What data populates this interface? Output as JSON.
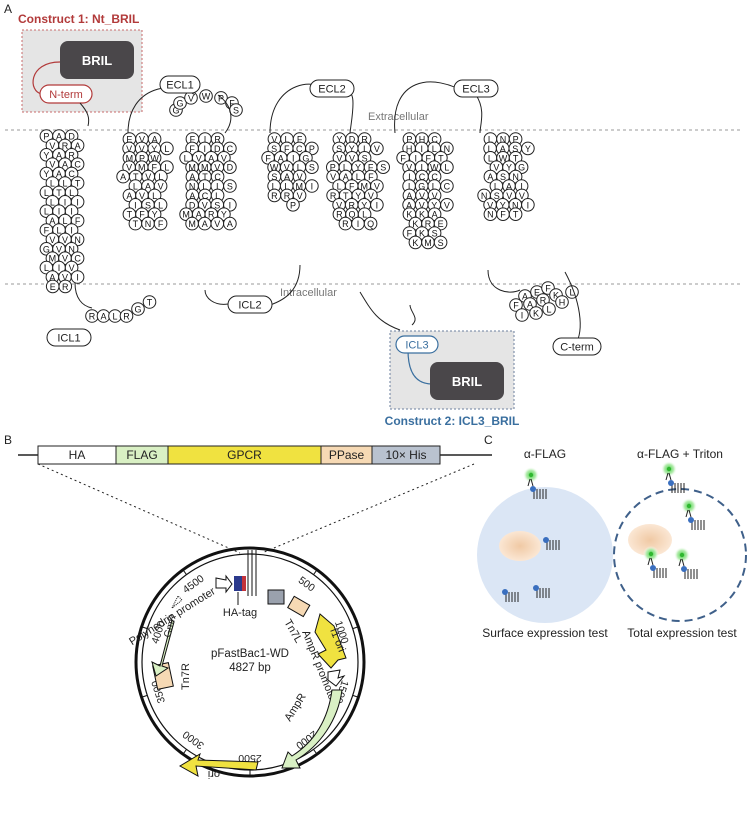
{
  "panel_a": {
    "label": "A",
    "construct1_title": "Construct 1: Nt_BRIL",
    "construct2_title": "Construct 2: ICL3_BRIL",
    "bril_label": "BRIL",
    "nterm_label": "N-term",
    "icl3_box_label": "ICL3",
    "extracellular_label": "Extracellular",
    "intracellular_label": "Intracellular",
    "loops": {
      "ecl1": "ECL1",
      "ecl2": "ECL2",
      "ecl3": "ECL3",
      "icl1": "ICL1",
      "icl2": "ICL2",
      "cterm": "C-term"
    },
    "residues": {
      "ecl1_cap": [
        "G",
        "G",
        "V",
        "W",
        "P",
        "F",
        "S"
      ],
      "tm1": [
        [
          "P",
          "A",
          "D"
        ],
        [
          "V",
          "R",
          "A"
        ],
        [
          "Y",
          "A",
          "R"
        ],
        [
          "V",
          "A",
          "C"
        ],
        [
          "Y",
          "A",
          "C"
        ],
        [
          "L",
          "L",
          "T"
        ],
        [
          "L",
          "T",
          "L"
        ],
        [
          "L",
          "I",
          "I"
        ],
        [
          "L",
          "I",
          "I"
        ],
        [
          "A",
          "L",
          "F"
        ],
        [
          "F",
          "L",
          "I"
        ],
        [
          "V",
          "V",
          "N"
        ],
        [
          "G",
          "V",
          "N"
        ],
        [
          "M",
          "V",
          "C"
        ],
        [
          "L",
          "I",
          "V"
        ],
        [
          "A",
          "V",
          "I"
        ],
        [
          "E",
          "R"
        ]
      ],
      "tm1_bottom": [
        "R",
        "A",
        "L",
        "R",
        "G",
        "T"
      ],
      "tm2": [
        [
          "E",
          "V",
          "A"
        ],
        [
          "V",
          "V",
          "Y",
          "L"
        ],
        [
          "M",
          "P",
          "W"
        ],
        [
          "V",
          "M",
          "F",
          "L"
        ],
        [
          "A",
          "T",
          "V",
          "L"
        ],
        [
          "L",
          "A",
          "V"
        ],
        [
          "A",
          "V",
          "L"
        ],
        [
          "I",
          "S",
          "L"
        ],
        [
          "T",
          "F",
          "Y"
        ],
        [
          "T",
          "N",
          "F"
        ]
      ],
      "tm3": [
        [
          "F",
          "I",
          "R"
        ],
        [
          "F",
          "I",
          "D",
          "C"
        ],
        [
          "L",
          "V",
          "A",
          "V"
        ],
        [
          "M",
          "M",
          "V",
          "D"
        ],
        [
          "A",
          "T",
          "C"
        ],
        [
          "N",
          "L",
          "I",
          "S"
        ],
        [
          "A",
          "C",
          "L"
        ],
        [
          "D",
          "V",
          "S",
          "I"
        ],
        [
          "M",
          "A",
          "R",
          "Y"
        ],
        [
          "M",
          "A",
          "V",
          "A"
        ]
      ],
      "tm4": [
        [
          "V",
          "L",
          "F"
        ],
        [
          "S",
          "F",
          "C",
          "P"
        ],
        [
          "F",
          "A",
          "I",
          "G"
        ],
        [
          "W",
          "V",
          "L",
          "S"
        ],
        [
          "S",
          "A",
          "V"
        ],
        [
          "L",
          "L",
          "M",
          "I"
        ],
        [
          "R",
          "R",
          "V"
        ],
        [
          "P"
        ]
      ],
      "tm5": [
        [
          "Y",
          "D",
          "R"
        ],
        [
          "S",
          "Y",
          "I",
          "V"
        ],
        [
          "V",
          "V",
          "S"
        ],
        [
          "P",
          "L",
          "Y",
          "F",
          "S"
        ],
        [
          "V",
          "A",
          "L",
          "F"
        ],
        [
          "L",
          "F",
          "M",
          "V"
        ],
        [
          "R",
          "T",
          "Y",
          "V"
        ],
        [
          "V",
          "R",
          "Y",
          "I"
        ],
        [
          "R",
          "Q",
          "L"
        ],
        [
          "R",
          "I",
          "Q"
        ]
      ],
      "tm6": [
        [
          "P",
          "H",
          "C"
        ],
        [
          "H",
          "I",
          "L",
          "N"
        ],
        [
          "F",
          "I",
          "F",
          "T"
        ],
        [
          "V",
          "I",
          "W",
          "L"
        ],
        [
          "I",
          "C",
          "C"
        ],
        [
          "I",
          "G",
          "L",
          "C"
        ],
        [
          "A",
          "V",
          "V"
        ],
        [
          "A",
          "V",
          "Y",
          "V"
        ],
        [
          "K",
          "K",
          "A"
        ],
        [
          "K",
          "R",
          "E"
        ],
        [
          "F",
          "K",
          "S"
        ],
        [
          "K",
          "M",
          "S"
        ]
      ],
      "tm7": [
        [
          "L",
          "N",
          "P"
        ],
        [
          "L",
          "A",
          "S",
          "Y"
        ],
        [
          "L",
          "W",
          "T"
        ],
        [
          "V",
          "Y",
          "G"
        ],
        [
          "A",
          "S",
          "N"
        ],
        [
          "L",
          "A",
          "I"
        ],
        [
          "N",
          "S",
          "V",
          "V"
        ],
        [
          "V",
          "Y",
          "N",
          "I"
        ],
        [
          "N",
          "F",
          "T"
        ]
      ],
      "helix8": [
        "A",
        "E",
        "F",
        "F",
        "A",
        "R",
        "K",
        "I",
        "K",
        "L",
        "H",
        "L"
      ]
    }
  },
  "panel_b": {
    "label": "B",
    "bar_segments": [
      "HA",
      "FLAG",
      "GPCR",
      "PPase",
      "10× His"
    ],
    "bar_colors": [
      "#ffffff",
      "#d9f0c4",
      "#f0e240",
      "#f6d9b4",
      "#b9c2cf"
    ],
    "plasmid_name": "pFastBac1-WD",
    "plasmid_size": "4827 bp",
    "scale_ticks": [
      "500",
      "1000",
      "1500",
      "2000",
      "2500",
      "3000",
      "3500",
      "4000",
      "4500"
    ],
    "features": {
      "polyhedrin_promoter": "Polyhedrin promoter",
      "ha_tag": "HA-tag",
      "tn7l": "Tn7L",
      "f1_ori": "f1 ori",
      "ampr_promoter": "AmpR promoter",
      "ampr": "AmpR",
      "ori": "ori",
      "tn7r": "Tn7R",
      "gmr": "GmR"
    }
  },
  "panel_c": {
    "label": "C",
    "left_title": "α-FLAG",
    "right_title": "α-FLAG + Triton",
    "left_caption": "Surface expression test",
    "right_caption": "Total expression test"
  }
}
